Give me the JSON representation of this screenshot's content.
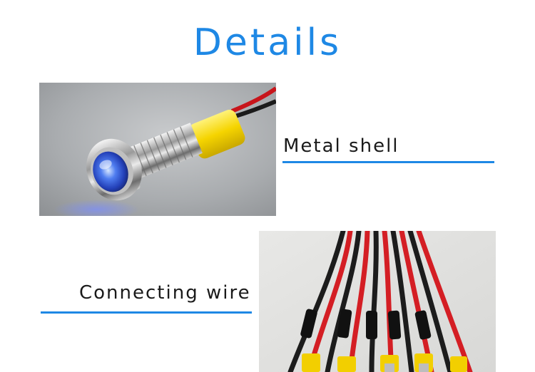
{
  "page": {
    "title": "Details",
    "accent_color": "#1e88e5"
  },
  "sections": [
    {
      "caption": "Metal shell",
      "image_subject": "metal-shell-indicator-photo"
    },
    {
      "caption": "Connecting wire",
      "image_subject": "connecting-wire-photo"
    }
  ]
}
